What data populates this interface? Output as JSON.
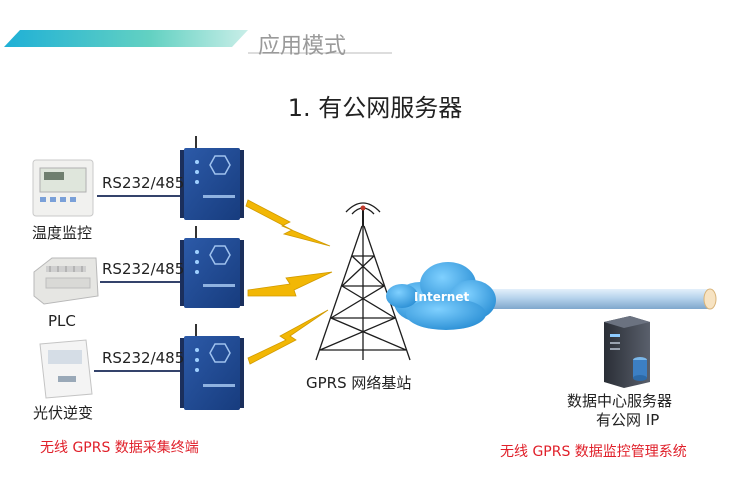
{
  "header": {
    "section_title": "应用模式"
  },
  "diagram_title": "1. 有公网服务器",
  "devices": [
    {
      "name": "温度监控",
      "link_label": "RS232/485"
    },
    {
      "name": "PLC",
      "link_label": "RS232/485"
    },
    {
      "name": "光伏逆变",
      "link_label": "RS232/485"
    }
  ],
  "tower_label": "GPRS 网络基站",
  "cloud_label": "Internet",
  "server": {
    "line1": "数据中心服务器",
    "line2": "有公网 IP"
  },
  "captions": {
    "terminal": "无线 GPRS 数据采集终端",
    "system": "无线 GPRS 数据监控管理系统"
  },
  "colors": {
    "banner": "#29b9d4",
    "accent_red": "#e0202a",
    "bolt": "#f2b705",
    "cloud": "#2f9fe0"
  }
}
